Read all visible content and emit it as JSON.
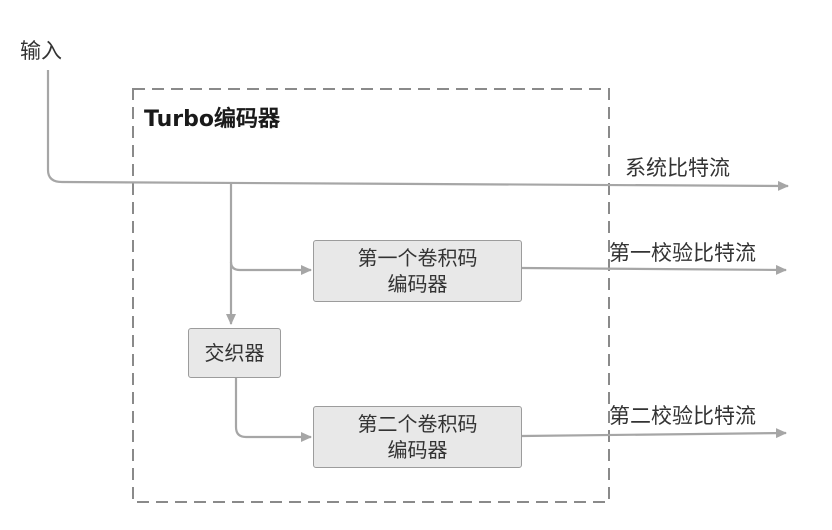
{
  "diagram": {
    "input_label": "输入",
    "title": "Turbo编码器",
    "encoder1": {
      "line1": "第一个卷积码",
      "line2": "编码器"
    },
    "encoder2": {
      "line1": "第二个卷积码",
      "line2": "编码器"
    },
    "interleaver": "交织器",
    "outputs": {
      "systematic": "系统比特流",
      "parity1": "第一校验比特流",
      "parity2": "第二校验比特流"
    }
  },
  "colors": {
    "line": "#a6a6a6",
    "dashed_border": "#8a8a8a",
    "box_fill": "#e8e8e8",
    "box_border": "#9c9c9c",
    "text": "#333333"
  }
}
